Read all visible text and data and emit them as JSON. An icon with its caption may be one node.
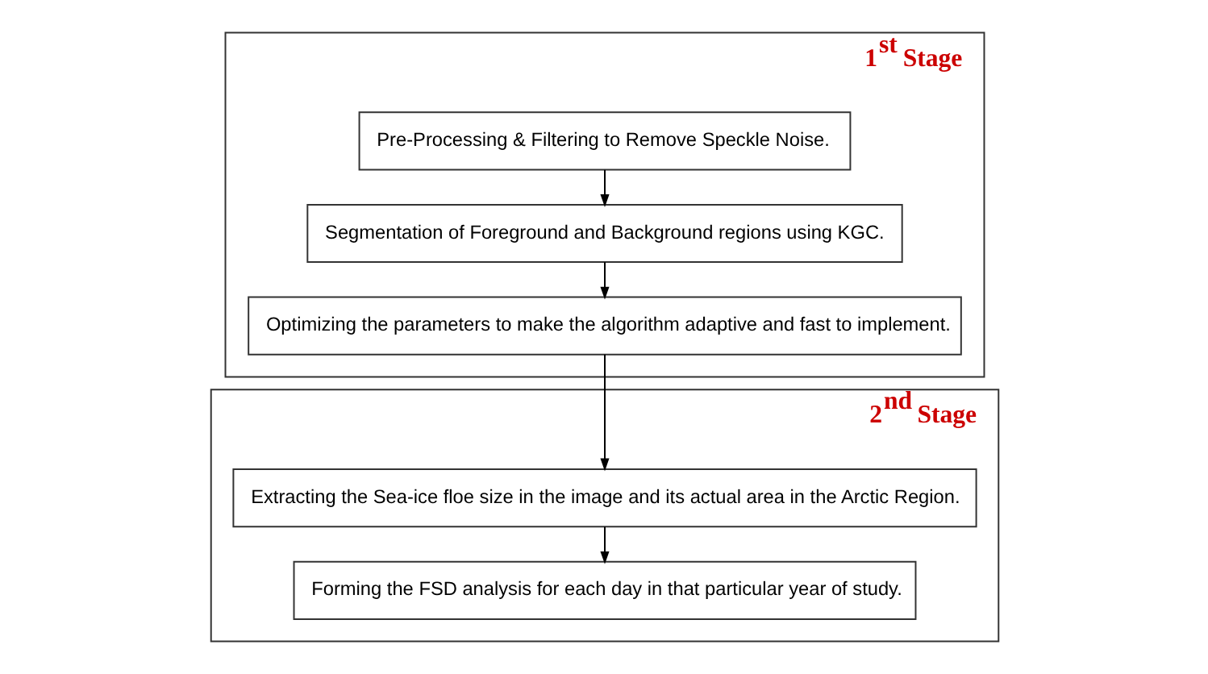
{
  "diagram": {
    "nodes": [
      {
        "text": [
          "1$^{st}$ Stage"
        ]
      },
      {
        "text": [
          "Pre-Processing & Filtering to Remove Speckle Noise."
        ],
        "in": 0
      },
      {
        "text": [
          "Segmentation of Foreground and Background regions using KGC."
        ],
        "in": 0
      },
      {
        "text": [
          "Optimizing the parameters to make the algorithm adaptive and fast to implement."
        ],
        "in": 0
      },
      {
        "text": [
          "2$^{nd}$ Stage"
        ]
      },
      {
        "text": [
          "Extracting the Sea-ice floe size in the image and its actual area in the Arctic Region."
        ],
        "in": 4
      },
      {
        "text": [
          "Forming the FSD analysis for each day in that particular year of study."
        ],
        "in": 4
      }
    ],
    "edges": [
      {
        "from": 1,
        "to": 2,
        "arrow": "to"
      },
      {
        "from": 2,
        "to": 3,
        "arrow": "to"
      },
      {
        "from": 3,
        "to": 5,
        "arrow": "to"
      },
      {
        "from": 5,
        "to": 6,
        "arrow": "to"
      }
    ]
  }
}
